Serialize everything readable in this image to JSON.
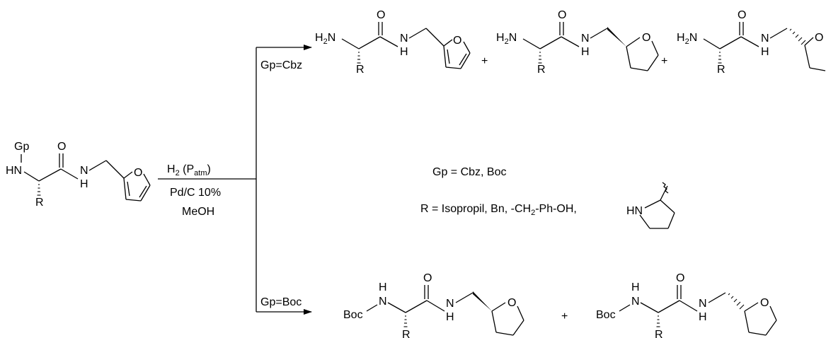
{
  "conditions": {
    "h2_main": "H",
    "h2_sub": "2",
    "h2_pressure": "(P",
    "h2_pressure_sub": "atm",
    "h2_close": ")",
    "catalyst": "Pd/C 10%",
    "solvent": "MeOH"
  },
  "branches": {
    "top_label": "Gp=Cbz",
    "bottom_label": "Gp=Boc"
  },
  "legend": {
    "gp_line": "Gp = Cbz, Boc",
    "r_prefix": "R =  Isopropil, Bn, -CH",
    "r_sub": "2",
    "r_suffix": "-Ph-OH,"
  },
  "atoms": {
    "gp": "Gp",
    "hn": "HN",
    "o": "O",
    "n": "N",
    "h": "H",
    "r": "R",
    "h2n_main": "H",
    "h2n_sub": "2",
    "h2n_n": "N",
    "boc": "Boc",
    "plus": "+"
  },
  "colors": {
    "ink": "#000000",
    "background": "#ffffff"
  }
}
